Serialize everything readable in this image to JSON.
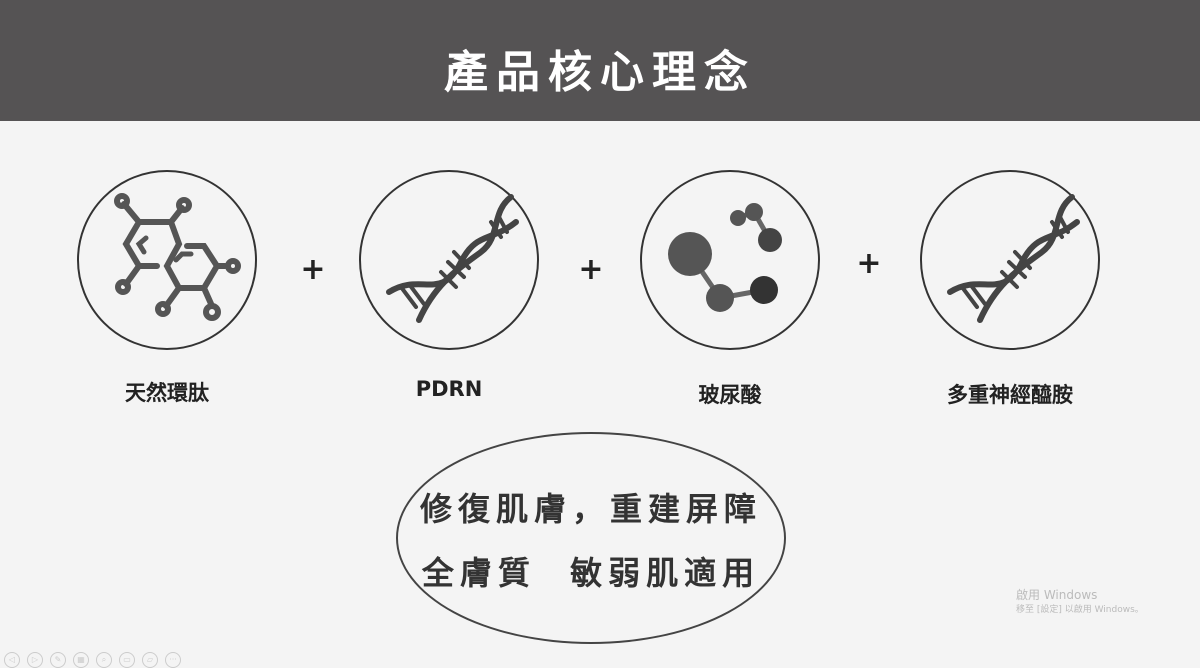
{
  "slide": {
    "title": "產品核心理念"
  },
  "ingredients": [
    {
      "label": "天然環肽",
      "icon": "molecule-ring-icon"
    },
    {
      "label": "PDRN",
      "icon": "dna-icon"
    },
    {
      "label": "玻尿酸",
      "icon": "molecule-dots-icon"
    },
    {
      "label": "多重神經醯胺",
      "icon": "dna-icon"
    }
  ],
  "plus_symbol": "+",
  "slogan": {
    "line1": "修復肌膚，重建屏障",
    "line2": "全膚質  敏弱肌適用"
  },
  "watermark": {
    "line1": "啟用 Windows",
    "line2": "移至 [設定] 以啟用 Windows。"
  },
  "toolbar": [
    "previous",
    "next",
    "pen",
    "slides",
    "zoom",
    "display",
    "subtitles",
    "more"
  ]
}
